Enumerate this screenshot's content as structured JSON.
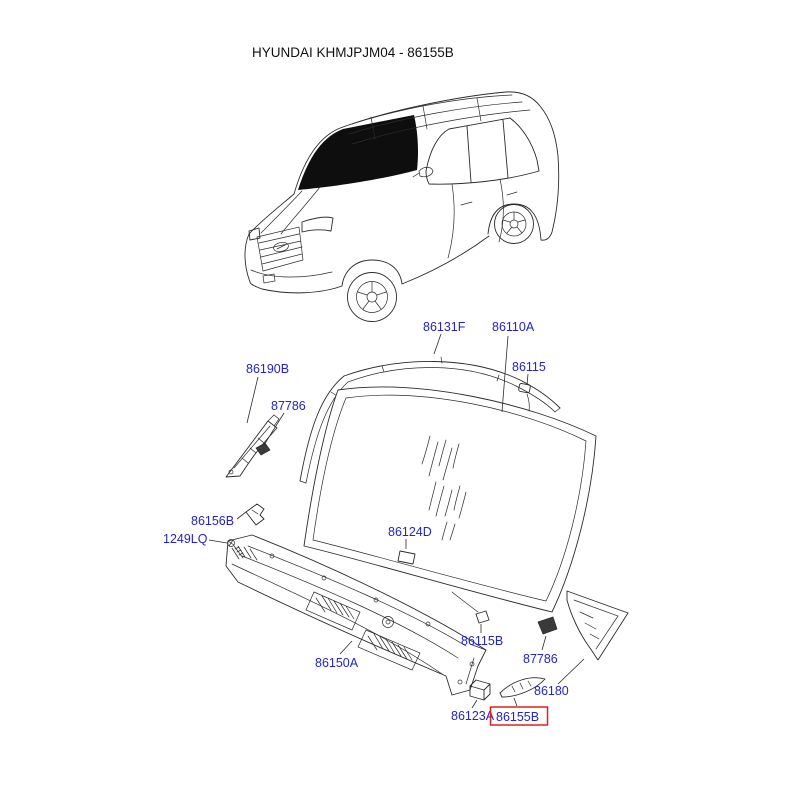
{
  "title": "HYUNDAI KHMJPJM04 - 86155B",
  "colors": {
    "label_blue": "#2323cc",
    "highlight_red": "#e02020",
    "line": "#2b2b2b"
  },
  "highlighted_part": "86155B",
  "labels": {
    "l86131F": "86131F",
    "l86110A": "86110A",
    "l86115": "86115",
    "l86190B": "86190B",
    "l87786": "87786",
    "l86156B": "86156B",
    "l1249LQ": "1249LQ",
    "l86124D": "86124D",
    "l86115B": "86115B",
    "l86150A": "86150A",
    "l86180": "86180",
    "l86123A": "86123A",
    "l86155B": "86155B"
  }
}
